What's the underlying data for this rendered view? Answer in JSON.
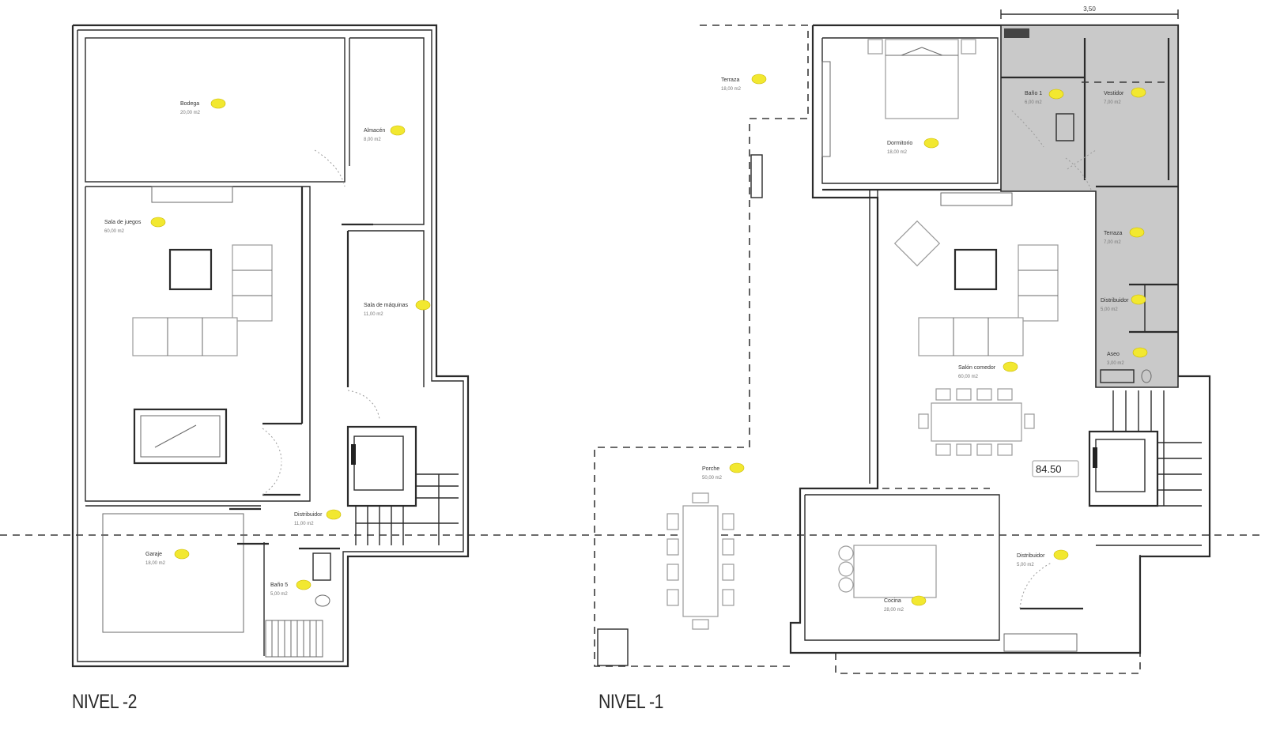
{
  "plans": [
    {
      "title": "NIVEL -2",
      "rooms": [
        {
          "name": "Bodega",
          "area": "20,00 m2"
        },
        {
          "name": "Almacén",
          "area": "8,00 m2"
        },
        {
          "name": "Sala de juegos",
          "area": "60,00 m2"
        },
        {
          "name": "Sala de máquinas",
          "area": "11,00 m2"
        },
        {
          "name": "Distribuidor",
          "area": "11,00 m2"
        },
        {
          "name": "Garaje",
          "area": "18,00 m2"
        },
        {
          "name": "Baño 5",
          "area": "5,00 m2"
        }
      ]
    },
    {
      "title": "NIVEL -1",
      "dimension": "3,50",
      "elevation": "84.50",
      "rooms": [
        {
          "name": "Terraza",
          "area": "18,00 m2"
        },
        {
          "name": "Dormitorio",
          "area": "18,00 m2"
        },
        {
          "name": "Baño 1",
          "area": "6,00 m2"
        },
        {
          "name": "Vestidor",
          "area": "7,00 m2"
        },
        {
          "name": "Terraza",
          "area": "7,00 m2"
        },
        {
          "name": "Distribuidor",
          "area": "5,00 m2"
        },
        {
          "name": "Aseo",
          "area": "3,00 m2"
        },
        {
          "name": "Salón comedor",
          "area": "60,00 m2"
        },
        {
          "name": "Porche",
          "area": "50,00 m2"
        },
        {
          "name": "Cocina",
          "area": "28,00 m2"
        },
        {
          "name": "Distribuidor",
          "area": "5,00 m2"
        }
      ]
    }
  ],
  "colors": {
    "walls": "#2b2b2b",
    "service_fill": "#c9c9c9",
    "tag": "#f2e830"
  }
}
